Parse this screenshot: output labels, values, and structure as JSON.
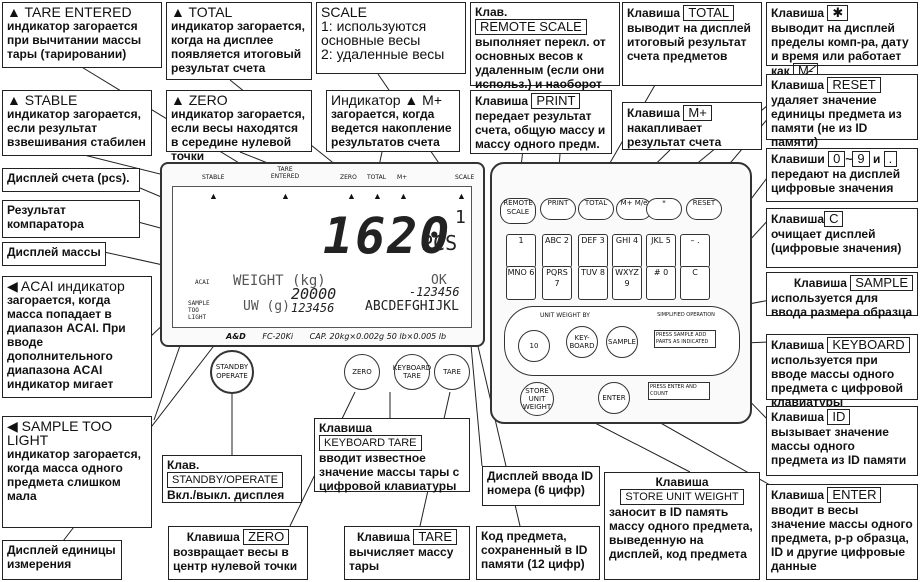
{
  "display": {
    "labels_top": [
      "STABLE",
      "TARE ENTERED",
      "ZERO",
      "TOTAL",
      "M+",
      "SCALE"
    ],
    "count": "1620",
    "count_unit": "PCS",
    "scale_num": "1",
    "weight_label": "WEIGHT (kg)",
    "ok_label": "OK",
    "weight_value": "20000",
    "id_value": "-123456",
    "uw_label": "UW (g)",
    "uw_value": "123456",
    "code_value": "ABCDEFGHIJKL",
    "acai": "ACAI",
    "sample_too_light": "SAMPLE TOO LIGHT",
    "brand": "A&D",
    "model": "FC-20Ki",
    "capacity": "CAP. 20kg×0.002g  50 lb×0.005 lb"
  },
  "main_keys": [
    "STANDBY OPERATE",
    "ZERO",
    "KEYBOARD TARE",
    "TARE"
  ],
  "keypad": {
    "top_row": [
      "REMOTE SCALE",
      "PRINT",
      "TOTAL",
      "M+ M/e",
      "*",
      "RESET"
    ],
    "num_row1": [
      "1",
      "ABC 2",
      "DEF 3",
      "GHI 4",
      "JKL 5",
      "– ."
    ],
    "num_row2": [
      "MNO 6",
      "PQRS 7",
      "TUV 8",
      "WXYZ 9",
      "# 0",
      "C"
    ],
    "uw_title": "UNIT  WEIGHT  BY",
    "uw_keys": [
      "10",
      "KEY-BOARD",
      "SAMPLE"
    ],
    "simplified": "SIMPLIFIED OPERATION",
    "press_note": "PRESS  SAMPLE  ADD  PARTS  AS  INDICATED",
    "store_key": "STORE UNIT WEIGHT",
    "enter_key": "ENTER",
    "press_enter": "PRESS  ENTER  AND  COUNT"
  },
  "annotations": {
    "tare_entered": {
      "title": "▲ TARE ENTERED",
      "text": "индикатор загорается при вычитании массы тары (тарировании)"
    },
    "total": {
      "title": "▲ TOTAL",
      "text": "индикатор загорается, когда на дисплее появляется итоговый результат счета"
    },
    "scale": {
      "title": "SCALE",
      "text1": "1: используются основные весы",
      "text2": "2: удаленные весы"
    },
    "remote_scale": {
      "prefix": "Клав.",
      "key": "REMOTE SCALE",
      "text": "выполняет перекл. от основных весов к удаленным (если они использ.) и наоборот"
    },
    "total_key": {
      "prefix": "Клавиша",
      "key": "TOTAL",
      "text": "выводит на дисплей итоговый результат счета предметов"
    },
    "star_key": {
      "prefix": "Клавиша",
      "key": "✱",
      "text": "выводит на дисплей пределы комп-ра, дату и время или работает как",
      "key2": "M-"
    },
    "stable": {
      "title": "▲ STABLE",
      "text": "индикатор загорается, если результат взвешивания стабилен"
    },
    "zero_ind": {
      "title": "▲ ZERO",
      "text": "индикатор загорается, если весы находятся в середине нулевой точки"
    },
    "mplus_ind": {
      "title": "Индикатор ▲ M+",
      "text": "загорается, когда ведется накопление результатов счета"
    },
    "print_key": {
      "prefix": "Клавиша",
      "key": "PRINT",
      "text": "передает результат счета, общую массу и массу одного предм."
    },
    "mplus_key": {
      "prefix": "Клавиша",
      "key": "M+",
      "text": "накапливает результат счета"
    },
    "reset_key": {
      "prefix": "Клавиша",
      "key": "RESET",
      "text": "удаляет значение единицы предмета из памяти (не из ID памяти)"
    },
    "count_display": {
      "text": "Дисплей счета (pcs)."
    },
    "comparator": {
      "text": "Результат компаратора"
    },
    "num_keys": {
      "prefix": "Клавиши",
      "key1": "0",
      "sep": "~",
      "key2": "9",
      "and": "и",
      "key3": ".",
      "text": "передают на дисплей цифровые значения"
    },
    "mass_display": {
      "text": "Дисплей массы"
    },
    "c_key": {
      "prefix": "Клавиша",
      "key": "C",
      "text": "очищает дисплей (цифровые значения)"
    },
    "acai": {
      "title": "◀ ACAI индикатор",
      "text": "загорается, когда масса попадает в диапазон ACAI. При вводе дополнительного диапазона ACAI индикатор мигает"
    },
    "sample_key": {
      "prefix": "Клавиша",
      "key": "SAMPLE",
      "text": "используется для ввода размера образца"
    },
    "keyboard_key": {
      "prefix": "Клавиша",
      "key": "KEYBOARD",
      "text": "используется при вводе массы одного предмета с цифровой клавиатуры"
    },
    "sample_too_light": {
      "title": "◀ SAMPLE TOO LIGHT",
      "text": "индикатор загорается, когда масса одного предмета слишком мала"
    },
    "standby": {
      "prefix": "Клав.",
      "key": "STANDBY/OPERATE",
      "text": "Вкл./выкл. дисплея"
    },
    "kb_tare": {
      "prefix": "Клавиша",
      "key": "KEYBOARD TARE",
      "text": "вводит известное значение массы тары с цифровой клавиатуры"
    },
    "id_display": {
      "text": "Дисплей ввода ID номера (6 цифр)"
    },
    "store_uw": {
      "prefix": "Клавиша",
      "key": "STORE UNIT WEIGHT",
      "text": "заносит в ID память массу одного предмета, выведенную на дисплей, код предмета"
    },
    "id_key": {
      "prefix": "Клавиша",
      "key": "ID",
      "text": "вызывает значение массы одного предмета из ID памяти"
    },
    "enter_key": {
      "prefix": "Клавиша",
      "key": "ENTER",
      "text": "вводит в весы значение массы одного предмета, р-р образца, ID и другие цифровые данные"
    },
    "unit_display": {
      "text": "Дисплей единицы измерения"
    },
    "zero_key": {
      "prefix": "Клавиша",
      "key": "ZERO",
      "text": "возвращает весы в центр нулевой точки"
    },
    "tare_key": {
      "prefix": "Клавиша",
      "key": "TARE",
      "text": "вычисляет массу тары"
    },
    "item_code": {
      "text": "Код предмета, сохраненный в ID памяти (12 цифр)"
    }
  }
}
